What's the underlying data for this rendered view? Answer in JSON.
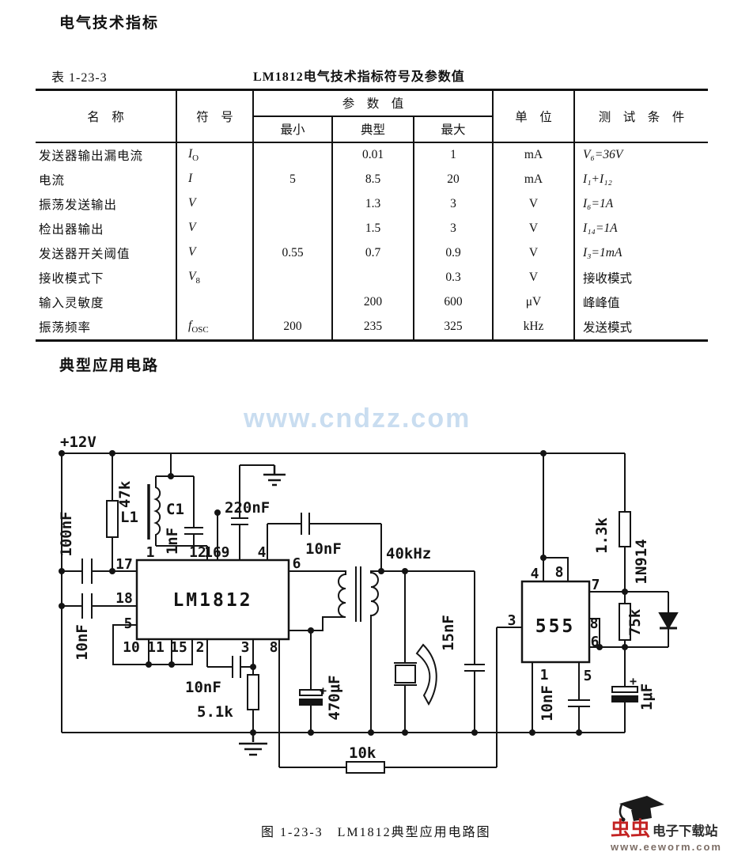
{
  "page": {
    "heading1": "电气技术指标",
    "heading2": "典型应用电路",
    "caption": "图 1-23-3　LM1812典型应用电路图",
    "watermark_center": "www.cndzz.com",
    "watermark_color": "#c9ddf0"
  },
  "table": {
    "label": "表 1-23-3",
    "title": "LM1812电气技术指标符号及参数值",
    "headers": {
      "name": "名　称",
      "symbol": "符　号",
      "params": "参　数　值",
      "min": "最小",
      "typ": "典型",
      "max": "最大",
      "unit": "单　位",
      "cond": "测　试　条　件"
    },
    "rows": [
      {
        "name": "发送器输出漏电流",
        "sym": "I",
        "sym_sub": "O",
        "min": "",
        "typ": "0.01",
        "max": "1",
        "unit": "mA",
        "cond": "V₆=36V"
      },
      {
        "name": "电流",
        "sym": "I",
        "sym_sub": "",
        "min": "5",
        "typ": "8.5",
        "max": "20",
        "unit": "mA",
        "cond": "I₁+I₁₂"
      },
      {
        "name": "振荡发送输出",
        "sym": "V",
        "sym_sub": "",
        "min": "",
        "typ": "1.3",
        "max": "3",
        "unit": "V",
        "cond": "I₆=1A"
      },
      {
        "name": "检出器输出",
        "sym": "V",
        "sym_sub": "",
        "min": "",
        "typ": "1.5",
        "max": "3",
        "unit": "V",
        "cond": "I₁₄=1A"
      },
      {
        "name": "发送器开关阈值",
        "sym": "V",
        "sym_sub": "",
        "min": "0.55",
        "typ": "0.7",
        "max": "0.9",
        "unit": "V",
        "cond": "I₃=1mA"
      },
      {
        "name": "接收模式下",
        "sym": "V",
        "sym_sub": "8",
        "min": "",
        "typ": "",
        "max": "0.3",
        "unit": "V",
        "cond": "接收模式"
      },
      {
        "name": "输入灵敏度",
        "sym": "",
        "sym_sub": "",
        "min": "",
        "typ": "200",
        "max": "600",
        "unit": "μV",
        "cond": "峰峰值"
      },
      {
        "name": "振荡频率",
        "sym": "f",
        "sym_sub": "OSC",
        "min": "200",
        "typ": "235",
        "max": "325",
        "unit": "kHz",
        "cond": "发送模式"
      }
    ]
  },
  "circuit": {
    "labels": {
      "supply": "+12V",
      "r_47k": "47k",
      "c_100nf": "100nF",
      "c_10nf_pin18": "10nF",
      "l1": "L1",
      "c1": "C1",
      "c1_value": "1nF",
      "c_220nf": "220nF",
      "c_10nf_pin4": "10nF",
      "freq": "40kHz",
      "ic_main": "LM1812",
      "c_10nf_pin2": "10nF",
      "r_5k1": "5.1k",
      "c_470uf": "470μF",
      "c_15nf": "15nF",
      "r_10k": "10k",
      "ic_timer": "555",
      "r_1k3": "1.3k",
      "d_1n914": "1N914",
      "r_75k": "75k",
      "c_10nf_555": "10nF",
      "c_1uf": "1μF",
      "plus": "+"
    },
    "lm1812_pins": [
      "17",
      "18",
      "5",
      "1",
      "12",
      "16",
      "9",
      "4",
      "6",
      "10",
      "11",
      "15",
      "2",
      "3",
      "8"
    ],
    "ne555_pins": [
      "4",
      "8",
      "7",
      "8",
      "6",
      "3",
      "1",
      "5"
    ]
  },
  "logo": {
    "brand": "虫虫",
    "suffix": "电子下载站",
    "url": "www.eeworm.com",
    "brand_color": "#c32222"
  }
}
